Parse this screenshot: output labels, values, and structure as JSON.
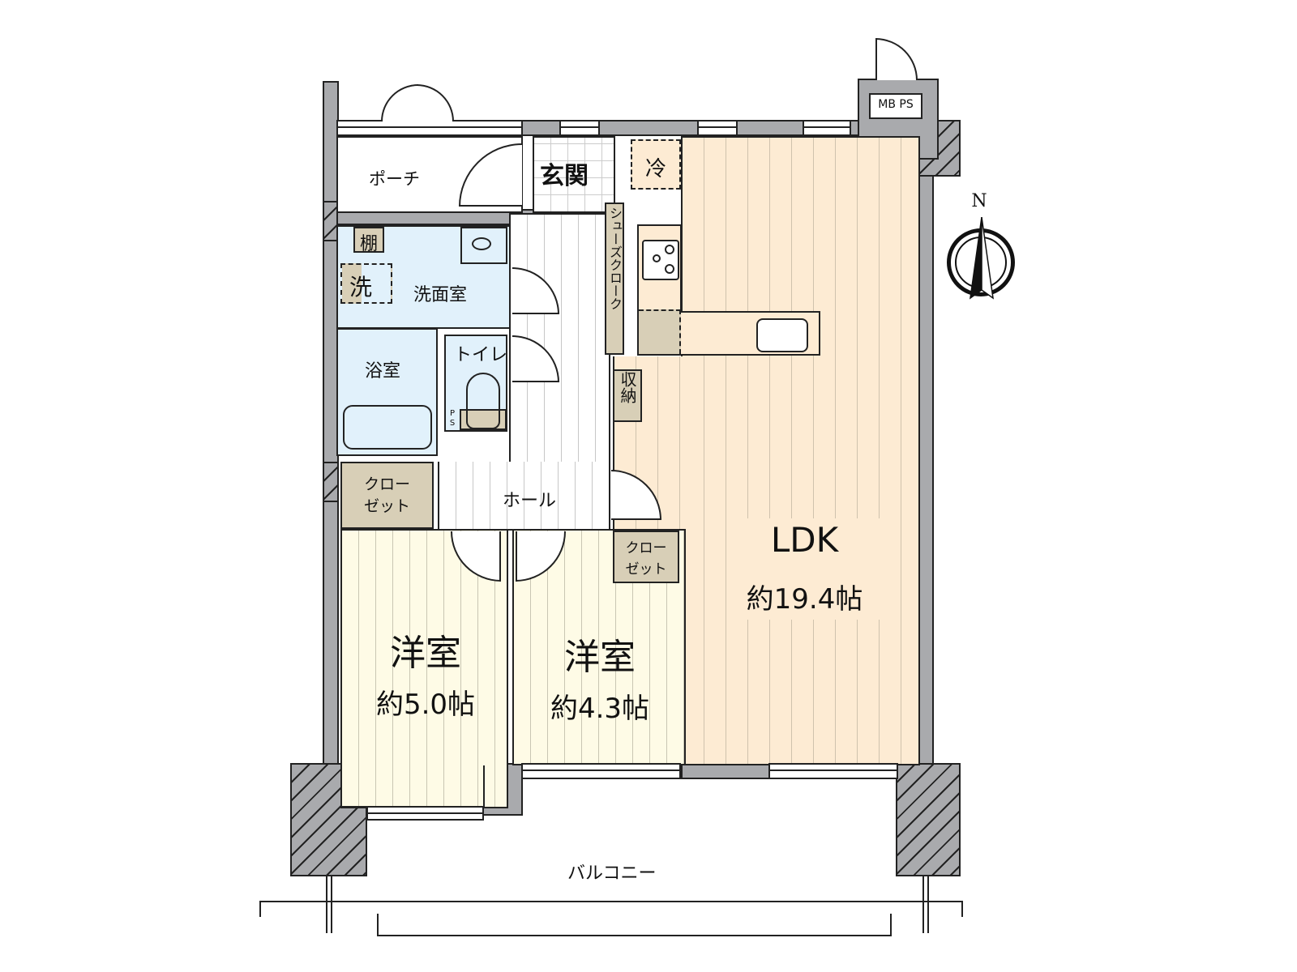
{
  "floorplan": {
    "rooms": {
      "porch": "ポーチ",
      "entrance": "玄関",
      "fridge": "冷",
      "shoe_closet": "シューズクローク",
      "shelf": "棚",
      "washer": "洗",
      "washroom": "洗面室",
      "bathroom": "浴室",
      "toilet": "トイレ",
      "ps_small": "P S",
      "storage": "収納",
      "hall": "ホール",
      "closet_1_line1": "クロー",
      "closet_1_line2": "ゼット",
      "closet_2_line1": "クロー",
      "closet_2_line2": "ゼット",
      "ldk_name": "LDK",
      "ldk_size": "約19.4帖",
      "western_1_name": "洋室",
      "western_1_size": "約5.0帖",
      "western_2_name": "洋室",
      "western_2_size": "約4.3帖",
      "balcony": "バルコニー",
      "mbps": "MB PS"
    },
    "compass": {
      "label": "N"
    },
    "colors": {
      "wall": "#a9aaad",
      "ldk_floor": "#fdebd3",
      "western_floor": "#fefbe6",
      "wet_area": "#e1f1fb",
      "storage": "#d8cfb7"
    }
  }
}
